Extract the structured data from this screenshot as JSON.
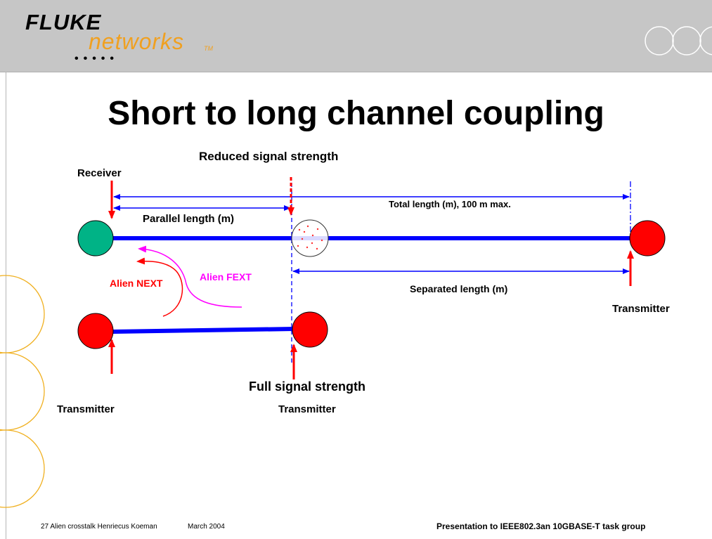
{
  "header": {
    "logo_fluke": "FLUKE",
    "logo_networks": "networks",
    "logo_tm": "TM",
    "logo_dots": "•••••"
  },
  "title": "Short to long channel coupling",
  "labels": {
    "reduced_signal": "Reduced signal strength",
    "receiver": "Receiver",
    "total_length": "Total length (m), 100 m max.",
    "parallel_length": "Parallel length (m)",
    "alien_fext": "Alien FEXT",
    "alien_next": "Alien NEXT",
    "separated_length": "Separated length (m)",
    "transmitter_right": "Transmitter",
    "full_signal": "Full signal strength",
    "transmitter_left": "Transmitter",
    "transmitter_middle": "Transmitter"
  },
  "footer": {
    "left": "27 Alien crosstalk Henriecus Koeman",
    "date": "March 2004",
    "right": "Presentation to IEEE802.3an 10GBASE-T task group"
  },
  "colors": {
    "header_bg": "#c6c6c6",
    "cable_blue": "#0000ff",
    "arrow_red": "#ff0000",
    "receiver_green": "#00b386",
    "transmitter_red": "#ff0000",
    "fext_magenta": "#ff00ff",
    "decor_orange": "#f0b020"
  }
}
